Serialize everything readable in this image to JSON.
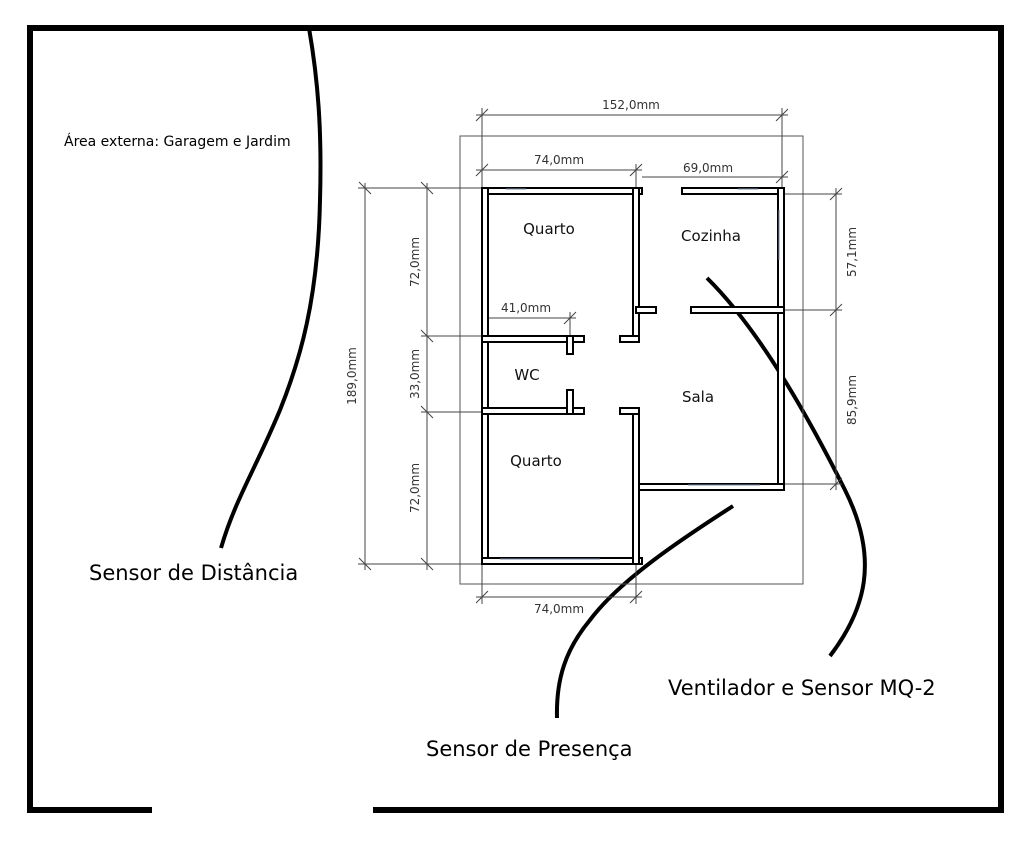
{
  "exterior_label": "Área externa: Garagem e Jardim",
  "rooms": {
    "quarto_top": "Quarto",
    "cozinha": "Cozinha",
    "wc": "WC",
    "sala": "Sala",
    "quarto_bottom": "Quarto"
  },
  "dimensions": {
    "total_width": "152,0mm",
    "top_left_width": "74,0mm",
    "top_right_width": "69,0mm",
    "bottom_width": "74,0mm",
    "wc_width": "41,0mm",
    "total_height": "189,0mm",
    "left_top_height": "72,0mm",
    "left_mid_height": "33,0mm",
    "left_bottom_height": "72,0mm",
    "right_top_height": "57,1mm",
    "right_bottom_height": "85,9mm"
  },
  "callouts": {
    "distance_sensor": "Sensor de Distância",
    "presence_sensor": "Sensor de Presença",
    "fan_sensor": "Ventilador e Sensor MQ-2"
  }
}
